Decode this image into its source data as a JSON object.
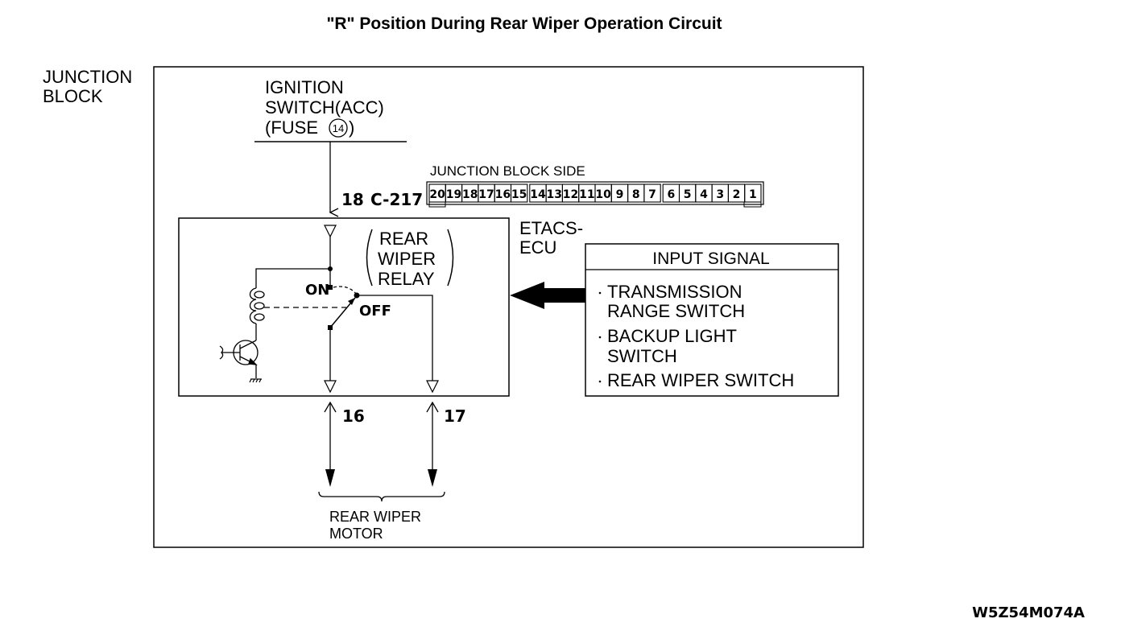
{
  "title": "\"R\" Position During Rear Wiper Operation Circuit",
  "junction_block_label": [
    "JUNCTION",
    "BLOCK"
  ],
  "ignition": {
    "lines": [
      "IGNITION",
      "SWITCH(ACC)"
    ],
    "fuse_prefix": "(FUSE",
    "fuse_number": "14",
    "fuse_suffix": ")"
  },
  "connector": {
    "pin_label": "18",
    "connector_id": "C-217",
    "side_label": "JUNCTION BLOCK SIDE",
    "pins": [
      "20",
      "19",
      "18",
      "17",
      "16",
      "15",
      "14",
      "13",
      "12",
      "11",
      "10",
      "9",
      "8",
      "7",
      "6",
      "5",
      "4",
      "3",
      "2",
      "1"
    ]
  },
  "relay": {
    "label": [
      "REAR",
      "WIPER",
      "RELAY"
    ],
    "on_label": "ON",
    "off_label": "OFF"
  },
  "ecu_label": [
    "ETACS-",
    "ECU"
  ],
  "input_signal": {
    "header": "INPUT SIGNAL",
    "items": [
      [
        "TRANSMISSION",
        "RANGE SWITCH"
      ],
      [
        "BACKUP LIGHT",
        "SWITCH"
      ],
      [
        "REAR WIPER SWITCH"
      ]
    ]
  },
  "outputs": {
    "pin_left": "16",
    "pin_right": "17",
    "motor_label": [
      "REAR WIPER",
      "MOTOR"
    ]
  },
  "figure_code": "W5Z54M074A"
}
